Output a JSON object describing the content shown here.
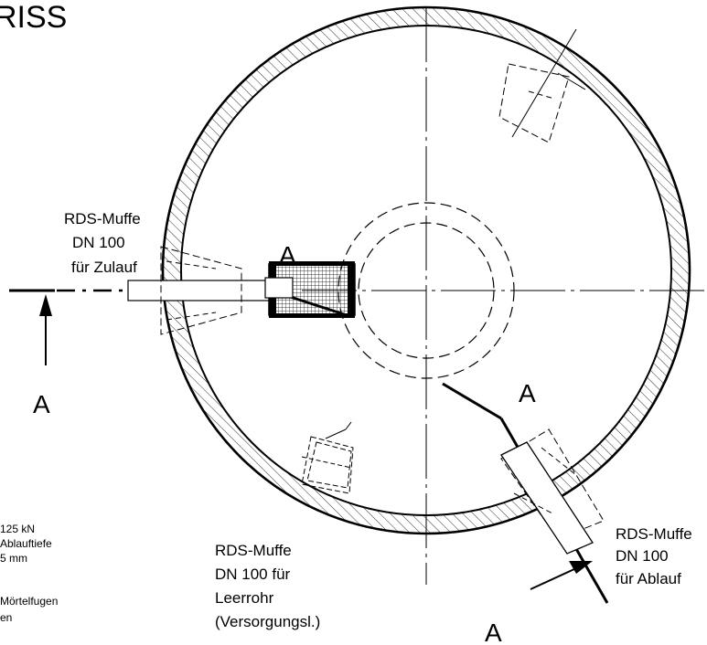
{
  "title_fragment": "RISS",
  "section_letter": "A",
  "labels": {
    "zulauf": [
      "RDS-Muffe",
      "DN 100",
      "für Zulauf"
    ],
    "leerrohr": [
      "RDS-Muffe",
      "DN 100 für",
      "Leerrohr",
      "(Versorgungsl.)"
    ],
    "ablauf": [
      "RDS-Muffe",
      "DN 100",
      "für Ablauf"
    ]
  },
  "side_notes": [
    "125 kN",
    "Ablauftiefe",
    "5 mm",
    "Mörtelfugen",
    "en"
  ],
  "colors": {
    "line": "#000000",
    "background": "#ffffff"
  }
}
